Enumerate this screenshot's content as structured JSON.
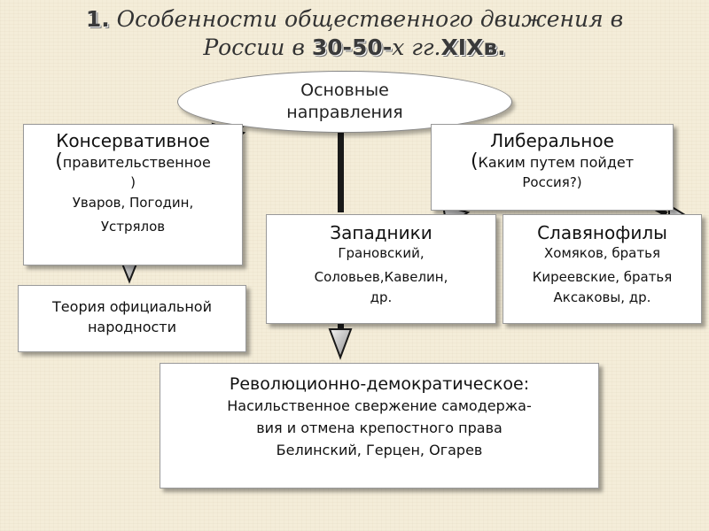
{
  "title": {
    "number": "1.",
    "part1": " Особенности общественного движения в",
    "part2": "России в ",
    "years": "30-50-",
    "part3": "х гг.",
    "century": "XIX",
    "part4": "в."
  },
  "center": {
    "line1": "Основные",
    "line2": "направления"
  },
  "conservative": {
    "head": "Консервативное",
    "open_paren": "(",
    "note_line1": "правительственное",
    "note_line2": ")",
    "names_line1": "Уваров, Погодин,",
    "names_line2": "Устрялов"
  },
  "liberal": {
    "head": "Либеральное",
    "open_paren": "(",
    "note_line1": "Каким путем пойдет",
    "note_line2": "Россия?)"
  },
  "westerners": {
    "head": "Западники",
    "line1": "Грановский,",
    "line2": "Соловьев,Кавелин,",
    "line3": "др."
  },
  "slavophiles": {
    "head": "Славянофилы",
    "line1": "Хомяков, братья",
    "line2": "Киреевские, братья",
    "line3": "Аксаковы, др."
  },
  "theory": {
    "line1": "Теория официальной",
    "line2": "народности"
  },
  "revolutionary": {
    "head": "Революционно-демократическое:",
    "line1": "Насильственное свержение самодержа-",
    "line2": "вия и отмена крепостного права",
    "line3": "Белинский, Герцен, Огарев"
  },
  "colors": {
    "background": "#f4edd9",
    "box": "#ffffff",
    "arrow": "#1a1a1a"
  }
}
